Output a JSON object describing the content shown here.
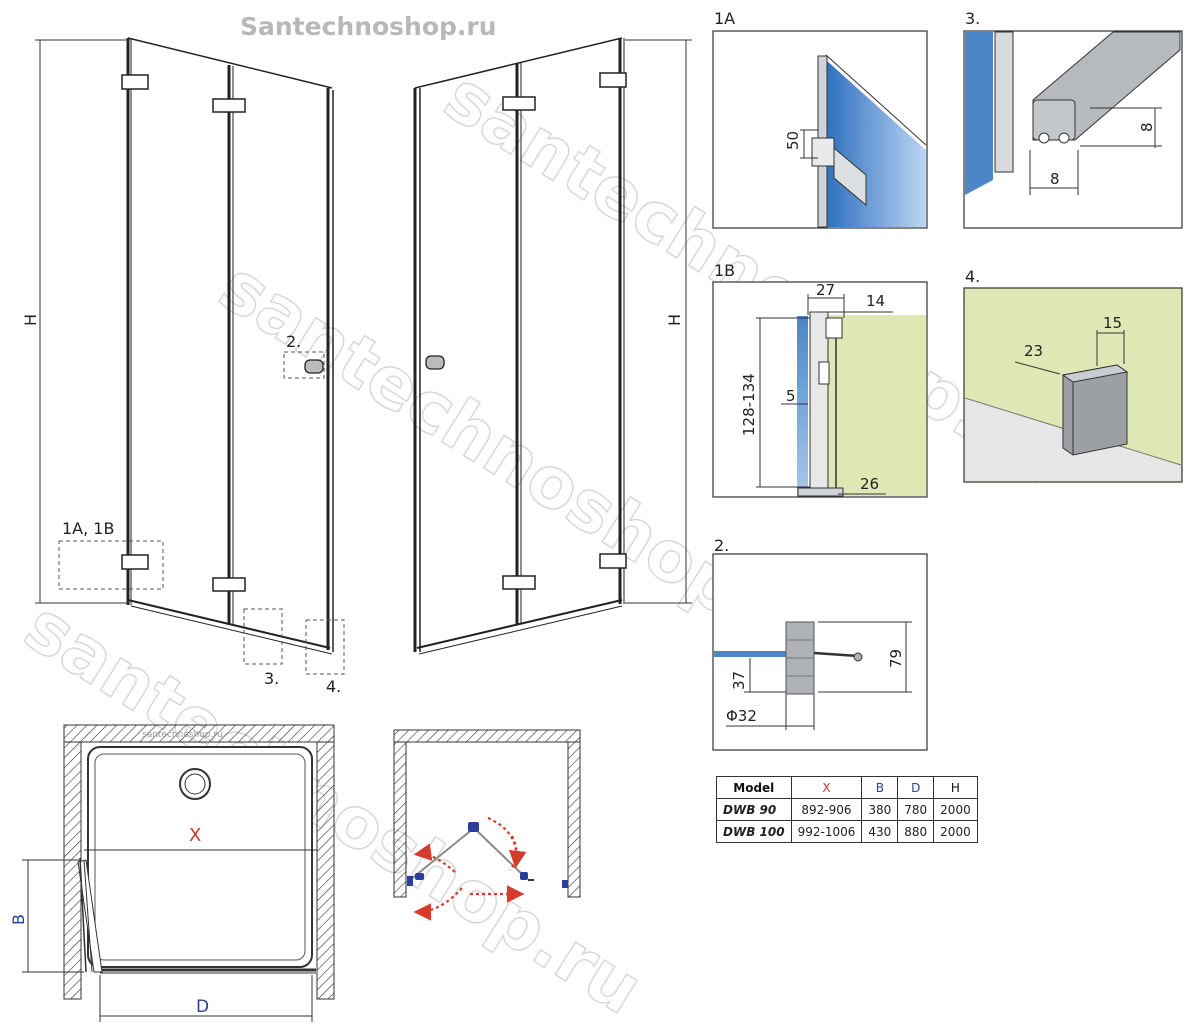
{
  "watermark": {
    "site": "Santechnoshop.ru",
    "diagonal": "santechnoshop.ru",
    "small": "santechnoshop.ru"
  },
  "colors": {
    "glass": "#4a86c8",
    "wall": "#dfe8b4",
    "arrow": "#d63b2b",
    "dim_blue": "#2a3f9a",
    "dim_red": "#c0392b"
  },
  "front": {
    "height_label_left": "H",
    "height_label_right": "H",
    "callout_1": "1A, 1B",
    "callout_2": "2.",
    "callout_3": "3.",
    "callout_4": "4."
  },
  "detail_1a": {
    "title": "1A",
    "dim": "50"
  },
  "detail_3": {
    "title": "3.",
    "dim_w": "8",
    "dim_h": "8"
  },
  "detail_1b": {
    "title": "1B",
    "dim_27": "27",
    "dim_14": "14",
    "dim_5": "5",
    "dim_range": "128-134",
    "dim_26": "26"
  },
  "detail_4": {
    "title": "4.",
    "dim_23": "23",
    "dim_15": "15"
  },
  "detail_2": {
    "title": "2.",
    "dim_79": "79",
    "dim_37": "37",
    "dim_phi": "Φ32"
  },
  "plan": {
    "x": "X",
    "b": "B",
    "d": "D"
  },
  "table": {
    "headers": [
      "Model",
      "X",
      "B",
      "D",
      "H"
    ],
    "rows": [
      [
        "DWB 90",
        "892-906",
        "380",
        "780",
        "2000"
      ],
      [
        "DWB 100",
        "992-1006",
        "430",
        "880",
        "2000"
      ]
    ]
  }
}
